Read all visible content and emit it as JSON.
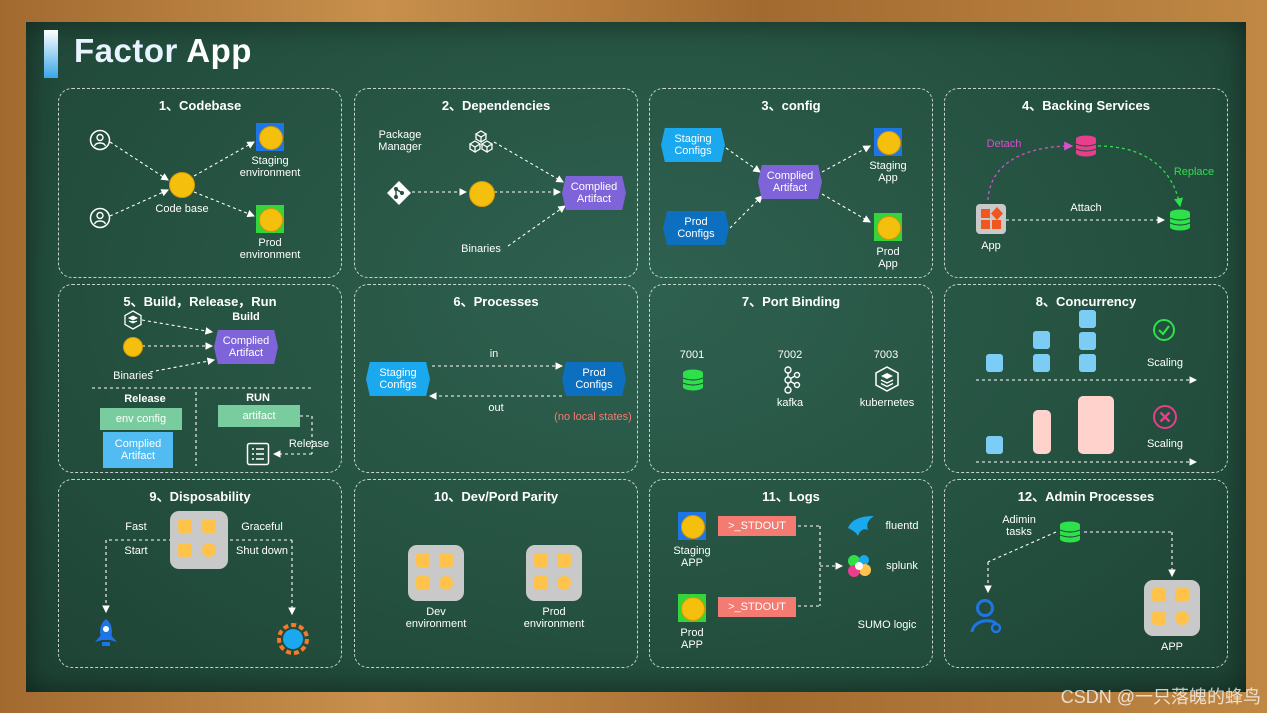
{
  "title_part1": "Factor",
  "title_part2": " App",
  "watermark": "CSDN @一只落魄的蜂鸟",
  "p1": {
    "title": "1、Codebase",
    "codebase": "Code base",
    "staging": "Staging\nenvironment",
    "prod": "Prod\nenvironment"
  },
  "p2": {
    "title": "2、Dependencies",
    "pkg": "Package\nManager",
    "artifact": "Complied\nArtifact",
    "binaries": "Binaries"
  },
  "p3": {
    "title": "3、config",
    "staging_cfg": "Staging\nConfigs",
    "prod_cfg": "Prod\nConfigs",
    "artifact": "Complied\nArtifact",
    "staging_app": "Staging\nApp",
    "prod_app": "Prod\nApp"
  },
  "p4": {
    "title": "4、Backing Services",
    "detach": "Detach",
    "replace": "Replace",
    "attach": "Attach",
    "app": "App"
  },
  "p5": {
    "title": "5、Build，Release，Run",
    "build": "Build",
    "artifact": "Complied\nArtifact",
    "binaries": "Binaries",
    "release": "Release",
    "run": "RUN",
    "env_config": "env config",
    "artifact2": "Complied\nArtifact",
    "artifact_small": "artifact",
    "release2": "Release"
  },
  "p6": {
    "title": "6、Processes",
    "staging_cfg": "Staging\nConfigs",
    "prod_cfg": "Prod\nConfigs",
    "in": "in",
    "out": "out",
    "no_local": "(no local states)"
  },
  "p7": {
    "title": "7、Port Binding",
    "port1": "7001",
    "port2": "7002",
    "port3": "7003",
    "kafka": "kafka",
    "k8s": "kubernetes"
  },
  "p8": {
    "title": "8、Concurrency",
    "scaling1": "Scaling",
    "scaling2": "Scaling"
  },
  "p9": {
    "title": "9、Disposability",
    "fast": "Fast",
    "start": "Start",
    "graceful": "Graceful",
    "shutdown": "Shut down"
  },
  "p10": {
    "title": "10、Dev/Pord Parity",
    "dev": "Dev\nenvironment",
    "prod": "Prod\nenvironment"
  },
  "p11": {
    "title": "11、Logs",
    "staging": "Staging\nAPP",
    "prod": "Prod\nAPP",
    "stdout1": ">_STDOUT",
    "stdout2": ">_STDOUT",
    "fluentd": "fluentd",
    "splunk": "splunk",
    "sumo": "SUMO logic"
  },
  "p12": {
    "title": "12、Admin Processes",
    "admin": "Adimin\ntasks",
    "app": "APP"
  },
  "colors": {
    "purple": "#7f63d8",
    "blue": "#1aa8ef",
    "dark_blue": "#0c6fbf",
    "green": "#35d43a",
    "coin": "#f5c00d",
    "pink_db": "#e83e8c",
    "stdout": "#f47b72"
  }
}
